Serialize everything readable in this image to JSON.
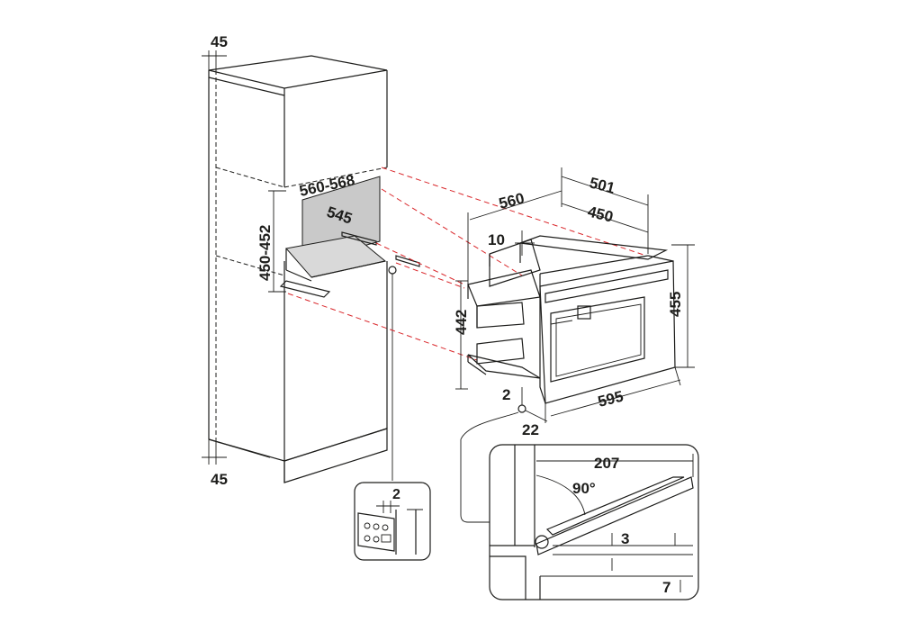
{
  "labels": {
    "top_gap": "45",
    "bottom_gap": "45",
    "niche_width": "560-568",
    "niche_depth": "545",
    "niche_height": "450-452",
    "product_width_front": "560",
    "product_depth_total": "501",
    "product_depth_body": "450",
    "product_top_offset": "10",
    "product_height_body": "442",
    "product_height_total": "455",
    "product_frame_width": "595",
    "product_gap_bottom": "2",
    "product_frame_depth": "22",
    "detail_left_gap": "2",
    "detail_hinge_length": "207",
    "detail_angle": "90°",
    "detail_hinge_gap": "3",
    "detail_bottom_gap": "7"
  },
  "colors": {
    "line": "#1d1d1b",
    "guide": "#d9262a",
    "niche_back": "#c9c9c9",
    "shelf": "#d9d9d9"
  }
}
